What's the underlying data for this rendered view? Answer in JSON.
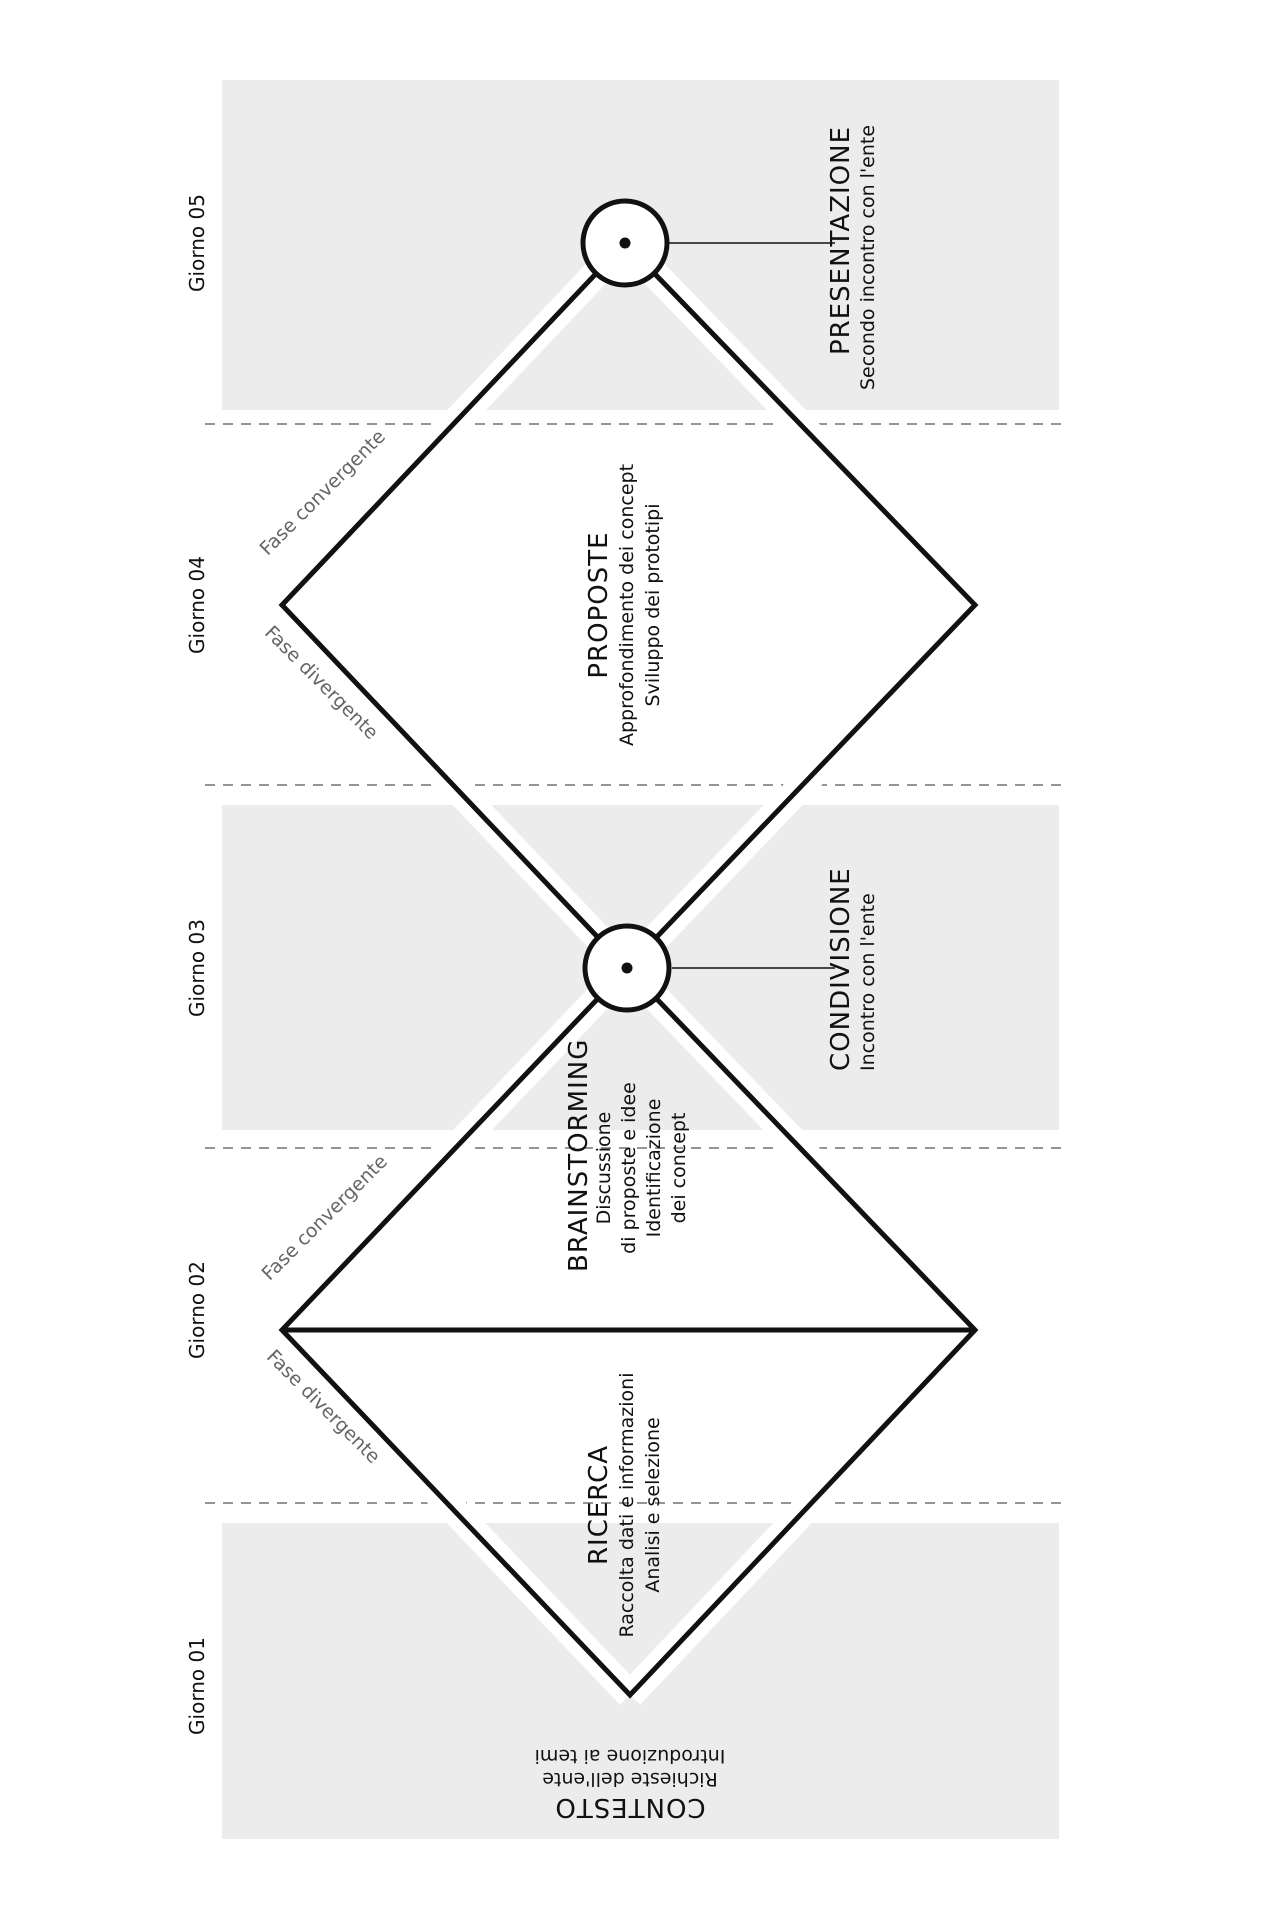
{
  "days": [
    "Giorno 01",
    "Giorno 02",
    "Giorno 03",
    "Giorno 04",
    "Giorno 05"
  ],
  "phase_labels": {
    "diverging_1": "Fase divergente",
    "converging_1": "Fase convergente",
    "diverging_2": "Fase divergente",
    "converging_2": "Fase convergente"
  },
  "context": {
    "title": "CONTESTO",
    "line1": "Richieste dell'ente",
    "line2": "Introduzione ai temi"
  },
  "research": {
    "title": "RICERCA",
    "line1": "Raccolta  dati e informazioni",
    "line2": "Analisi e selezione"
  },
  "brainstorming": {
    "title": "BRAINSTORMING",
    "line1": "Discussione",
    "line2": "di proposte e idee",
    "line3": "Identificazione",
    "line4": "dei concept"
  },
  "sharing": {
    "title": "CONDIVISIONE",
    "line1": "Incontro con l'ente"
  },
  "proposals": {
    "title": "PROPOSTE",
    "line1": "Approfondimento dei concept",
    "line2": "Sviluppo dei prototipi"
  },
  "presentation": {
    "title": "PRESENTAZIONE",
    "line1": "Secondo incontro con l'ente"
  }
}
